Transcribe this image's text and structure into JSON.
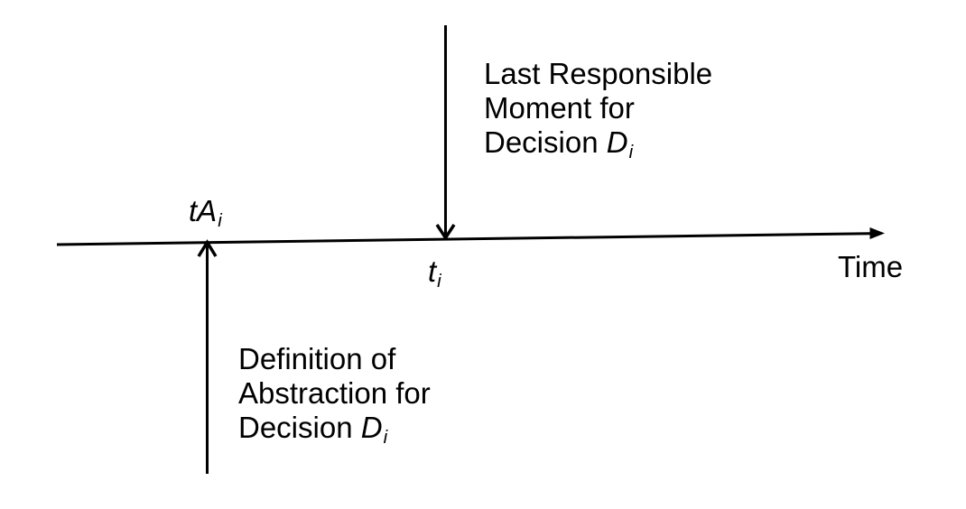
{
  "colors": {
    "ink": "#000000",
    "background": "#ffffff"
  },
  "axis": {
    "label": "Time"
  },
  "lrm_annotation": {
    "line1": "Last Responsible",
    "line2": "Moment for",
    "line3_prefix": "Decision ",
    "line3_var": "D",
    "line3_sub": "i"
  },
  "definition_annotation": {
    "line1": "Definition of",
    "line2": "Abstraction for",
    "line3_prefix": "Decision ",
    "line3_var": "D",
    "line3_sub": "i"
  },
  "abstraction_time_point": {
    "var": "tA",
    "sub": "i"
  },
  "decision_time_point": {
    "var": "t",
    "sub": "i"
  }
}
